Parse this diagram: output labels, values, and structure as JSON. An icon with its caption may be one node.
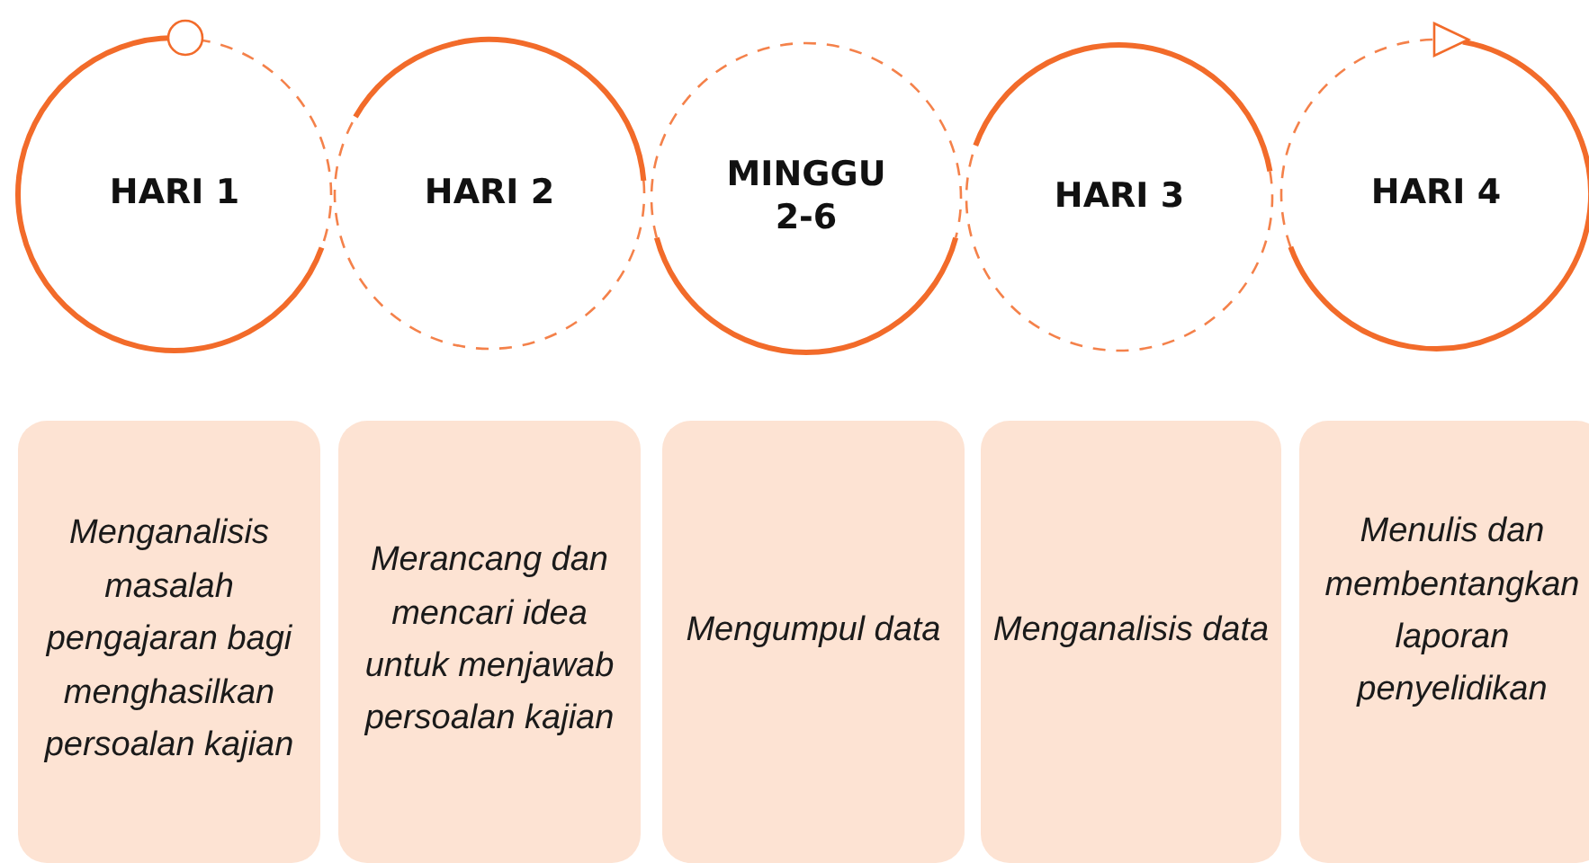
{
  "diagram": {
    "nodes": [
      {
        "text": [
          "HARI 1"
        ]
      },
      {
        "text": [
          "HARI 2"
        ]
      },
      {
        "text": [
          "MINGGU 2-6"
        ]
      },
      {
        "text": [
          "HARI 3"
        ]
      },
      {
        "text": [
          "HARI 4"
        ]
      },
      {
        "text": [
          "Menganalisis masalah pengajaran bagi menghasilkan persoalan kajian"
        ]
      },
      {
        "text": [
          "Merancang dan mencari idea untuk menjawab persoalan kajian"
        ]
      },
      {
        "text": [
          "Mengumpul data"
        ]
      },
      {
        "text": [
          "Menganalisis data"
        ]
      },
      {
        "text": [
          "Menulis dan membentangkan laporan penyelidikan"
        ]
      }
    ],
    "edges": []
  }
}
